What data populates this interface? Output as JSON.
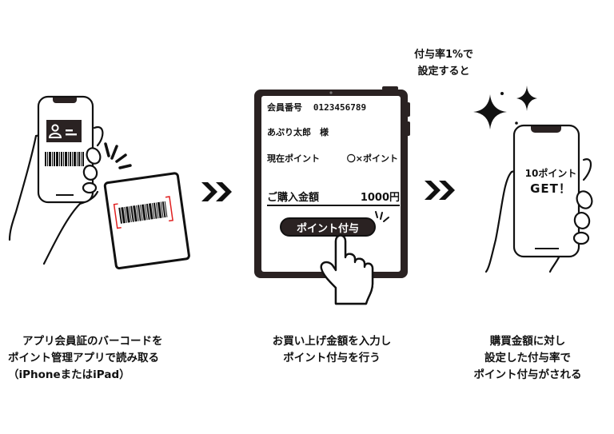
{
  "rate_note": {
    "line1": "付与率1%で",
    "line2": "設定すると"
  },
  "step1": {
    "caption": [
      "アプリ会員証のバーコードを",
      "ポイント管理アプリで読み取る",
      "（iPhoneまたはiPad）"
    ],
    "phone_icon": "member-card-icon",
    "scan_frame_color": "#e02020"
  },
  "step2": {
    "tablet": {
      "member_no_label": "会員番号",
      "member_no": "0123456789",
      "customer_name": "あぷり太郎　様",
      "current_points_label": "現在ポイント",
      "current_points_value": "〇×ポイント",
      "purchase_label": "ご購入金額",
      "purchase_value": "1000円",
      "award_button": "ポイント付与"
    },
    "caption": [
      "お買い上げ金額を入力し",
      "ポイント付与を行う"
    ]
  },
  "step3": {
    "phone": {
      "line1": "10ポイント",
      "line2": "GET！"
    },
    "caption": [
      "購買金額に対し",
      "設定した付与率で",
      "ポイント付与がされる"
    ]
  },
  "arrows": [
    "double-chevron-right-icon",
    "double-chevron-right-icon"
  ],
  "colors": {
    "ink": "#111111",
    "device_frame": "#2a2222",
    "accent_red": "#e02020",
    "background": "#ffffff"
  }
}
